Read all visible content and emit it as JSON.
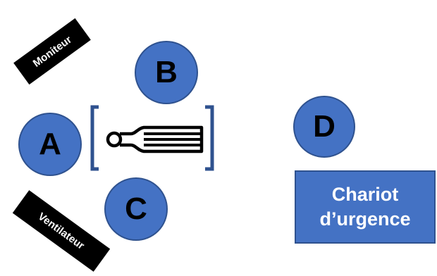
{
  "colors": {
    "circle_fill": "#4472c4",
    "circle_border": "#2f528f",
    "bed": "#2f528f",
    "label_box": "#000000",
    "label_text": "#ffffff"
  },
  "roles": [
    {
      "id": "A",
      "label": "A"
    },
    {
      "id": "B",
      "label": "B"
    },
    {
      "id": "C",
      "label": "C"
    },
    {
      "id": "D",
      "label": "D"
    }
  ],
  "equipment": {
    "monitor": "Moniteur",
    "ventilator": "Ventilateur",
    "cart_line1": "Chariot",
    "cart_line2": "d’urgence"
  },
  "icons": {
    "patient": "patient-on-bed-icon"
  }
}
